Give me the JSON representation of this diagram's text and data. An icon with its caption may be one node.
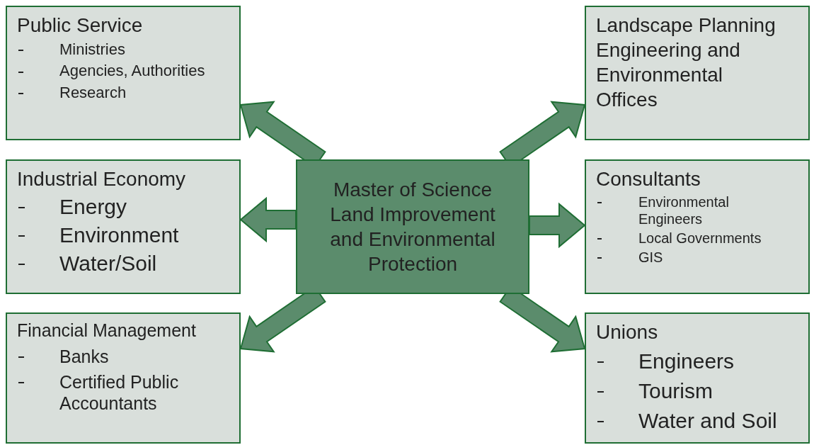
{
  "diagram": {
    "nodes": [
      {
        "text": [
          "Public Service",
          "Ministries",
          "Agencies, Authorities",
          "Research"
        ]
      },
      {
        "text": [
          "Landscape Planning Engineering and Environmental Offices"
        ]
      },
      {
        "text": [
          "Industrial Economy",
          "Energy",
          "Environment",
          "Water/Soil"
        ]
      },
      {
        "text": [
          "Master of Science Land Improvement and Environmental Protection"
        ]
      },
      {
        "text": [
          "Consultants",
          "Environmental Engineers",
          "Local Governments",
          "GIS"
        ]
      },
      {
        "text": [
          "Financial Management",
          "Banks",
          "Certified Public Accountants"
        ]
      },
      {
        "text": [
          "Unions",
          "Engineers",
          "Tourism",
          "Water and Soil"
        ]
      }
    ],
    "edges": [
      {
        "from": 3,
        "to": 0,
        "arrow": "to"
      },
      {
        "from": 3,
        "to": 1,
        "arrow": "to"
      },
      {
        "from": 3,
        "to": 2,
        "arrow": "to"
      },
      {
        "from": 3,
        "to": 4,
        "arrow": "to"
      },
      {
        "from": 3,
        "to": 5,
        "arrow": "to"
      },
      {
        "from": 3,
        "to": 6,
        "arrow": "to"
      }
    ]
  }
}
